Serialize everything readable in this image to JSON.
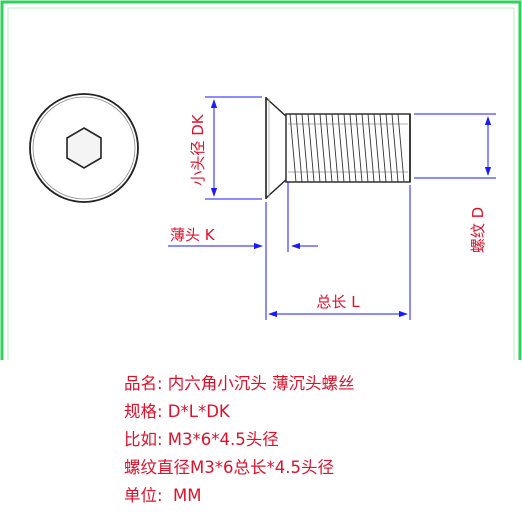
{
  "drawing": {
    "head_dia_label": "小头径 DK",
    "head_thick_label": "薄头 K",
    "length_label": "总长 L",
    "thread_dia_label": "螺纹 D"
  },
  "specs": {
    "line1": "品名: 内六角小沉头 薄沉头螺丝",
    "line2": "规格: D*L*DK",
    "line3": "比如: M3*6*4.5头径",
    "line4": "螺纹直径M3*6总长*4.5头径",
    "line5": "单位:  MM"
  },
  "colors": {
    "frame": "#2fd15a",
    "dimension": "#1a1aff",
    "text": "#e0102a",
    "outline": "#222222"
  }
}
